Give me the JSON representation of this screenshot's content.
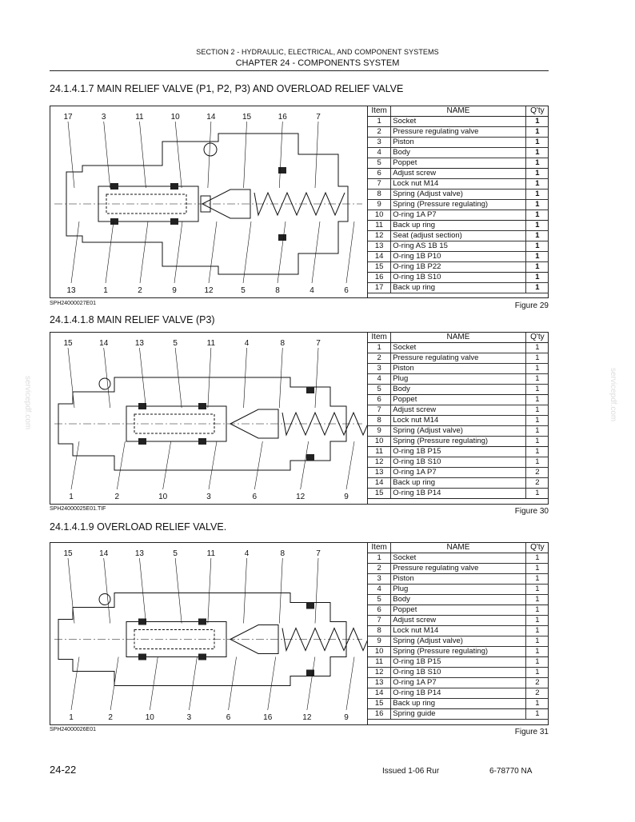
{
  "header": {
    "section": "SECTION 2 - HYDRAULIC, ELECTRICAL, AND COMPONENT SYSTEMS",
    "chapter": "CHAPTER 24 - COMPONENTS SYSTEM"
  },
  "watermark": "servicepdf.com",
  "columns": {
    "item": "Item",
    "name": "NAME",
    "qty": "Q'ty"
  },
  "sections": [
    {
      "title": "24.1.4.1.7 MAIN RELIEF VALVE (P1, P2, P3) AND OVERLOAD RELIEF VALVE",
      "drawing_id": "SPH24000027E01",
      "figure": "Figure 29",
      "callouts_top": [
        "17",
        "3",
        "11",
        "10",
        "14",
        "15",
        "16",
        "7"
      ],
      "callouts_bottom": [
        "13",
        "1",
        "2",
        "9",
        "12",
        "5",
        "8",
        "4",
        "6"
      ],
      "parts": [
        {
          "item": "1",
          "name": "Socket",
          "qty": "1"
        },
        {
          "item": "2",
          "name": "Pressure regulating valve",
          "qty": "1"
        },
        {
          "item": "3",
          "name": "Piston",
          "qty": "1"
        },
        {
          "item": "4",
          "name": "Body",
          "qty": "1"
        },
        {
          "item": "5",
          "name": "Poppet",
          "qty": "1"
        },
        {
          "item": "6",
          "name": "Adjust screw",
          "qty": "1"
        },
        {
          "item": "7",
          "name": "Lock nut  M14",
          "qty": "1"
        },
        {
          "item": "8",
          "name": "Spring (Adjust valve)",
          "qty": "1"
        },
        {
          "item": "9",
          "name": "Spring (Pressure regulating)",
          "qty": "1"
        },
        {
          "item": "10",
          "name": "O-ring  1A  P7",
          "qty": "1"
        },
        {
          "item": "11",
          "name": "Back up ring",
          "qty": "1"
        },
        {
          "item": "12",
          "name": "Seat (adjust section)",
          "qty": "1"
        },
        {
          "item": "13",
          "name": "O-ring  AS 1B  15",
          "qty": "1"
        },
        {
          "item": "14",
          "name": "O-ring  1B  P10",
          "qty": "1"
        },
        {
          "item": "15",
          "name": "O-ring  1B  P22",
          "qty": "1"
        },
        {
          "item": "16",
          "name": "O-ring  1B  S10",
          "qty": "1"
        },
        {
          "item": "17",
          "name": "Back up ring",
          "qty": "1"
        }
      ]
    },
    {
      "title": "24.1.4.1.8 MAIN RELIEF VALVE (P3)",
      "drawing_id": "SPH24000025E01.TIF",
      "figure": "Figure 30",
      "callouts_top": [
        "15",
        "14",
        "13",
        "5",
        "11",
        "4",
        "8",
        "7"
      ],
      "callouts_bottom": [
        "1",
        "2",
        "10",
        "3",
        "6",
        "12",
        "9"
      ],
      "parts": [
        {
          "item": "1",
          "name": "Socket",
          "qty": "1"
        },
        {
          "item": "2",
          "name": "Pressure regulating valve",
          "qty": "1"
        },
        {
          "item": "3",
          "name": "Piston",
          "qty": "1"
        },
        {
          "item": "4",
          "name": "Plug",
          "qty": "1"
        },
        {
          "item": "5",
          "name": "Body",
          "qty": "1"
        },
        {
          "item": "6",
          "name": "Poppet",
          "qty": "1"
        },
        {
          "item": "7",
          "name": "Adjust screw",
          "qty": "1"
        },
        {
          "item": "8",
          "name": "Lock nut  M14",
          "qty": "1"
        },
        {
          "item": "9",
          "name": "Spring (Adjust valve)",
          "qty": "1"
        },
        {
          "item": "10",
          "name": "Spring (Pressure regulating)",
          "qty": "1"
        },
        {
          "item": "11",
          "name": "O-ring  1B  P15",
          "qty": "1"
        },
        {
          "item": "12",
          "name": "O-ring  1B  S10",
          "qty": "1"
        },
        {
          "item": "13",
          "name": "O-ring  1A  P7",
          "qty": "2"
        },
        {
          "item": "14",
          "name": "Back up ring",
          "qty": "2"
        },
        {
          "item": "15",
          "name": "O-ring  1B  P14",
          "qty": "1"
        }
      ]
    },
    {
      "title": "24.1.4.1.9 OVERLOAD RELIEF VALVE.",
      "drawing_id": "SPH24000026E01",
      "figure": "Figure 31",
      "callouts_top": [
        "15",
        "14",
        "13",
        "5",
        "11",
        "4",
        "8",
        "7"
      ],
      "callouts_bottom": [
        "1",
        "2",
        "10",
        "3",
        "6",
        "16",
        "12",
        "9"
      ],
      "parts": [
        {
          "item": "1",
          "name": "Socket",
          "qty": "1"
        },
        {
          "item": "2",
          "name": "Pressure regulating valve",
          "qty": "1"
        },
        {
          "item": "3",
          "name": "Piston",
          "qty": "1"
        },
        {
          "item": "4",
          "name": "Plug",
          "qty": "1"
        },
        {
          "item": "5",
          "name": "Body",
          "qty": "1"
        },
        {
          "item": "6",
          "name": "Poppet",
          "qty": "1"
        },
        {
          "item": "7",
          "name": "Adjust screw",
          "qty": "1"
        },
        {
          "item": "8",
          "name": "Lock nut  M14",
          "qty": "1"
        },
        {
          "item": "9",
          "name": "Spring (Adjust valve)",
          "qty": "1"
        },
        {
          "item": "10",
          "name": "Spring (Pressure regulating)",
          "qty": "1"
        },
        {
          "item": "11",
          "name": "O-ring  1B  P15",
          "qty": "1"
        },
        {
          "item": "12",
          "name": "O-ring  1B  S10",
          "qty": "1"
        },
        {
          "item": "13",
          "name": "O-ring  1A  P7",
          "qty": "2"
        },
        {
          "item": "14",
          "name": "O-ring  1B  P14",
          "qty": "2"
        },
        {
          "item": "15",
          "name": "Back up ring",
          "qty": "1"
        },
        {
          "item": "16",
          "name": "Spring guide",
          "qty": "1"
        }
      ]
    }
  ],
  "footer": {
    "page": "24-22",
    "issued": "Issued 1-06   Rur",
    "docnum": "6-78770 NA"
  }
}
